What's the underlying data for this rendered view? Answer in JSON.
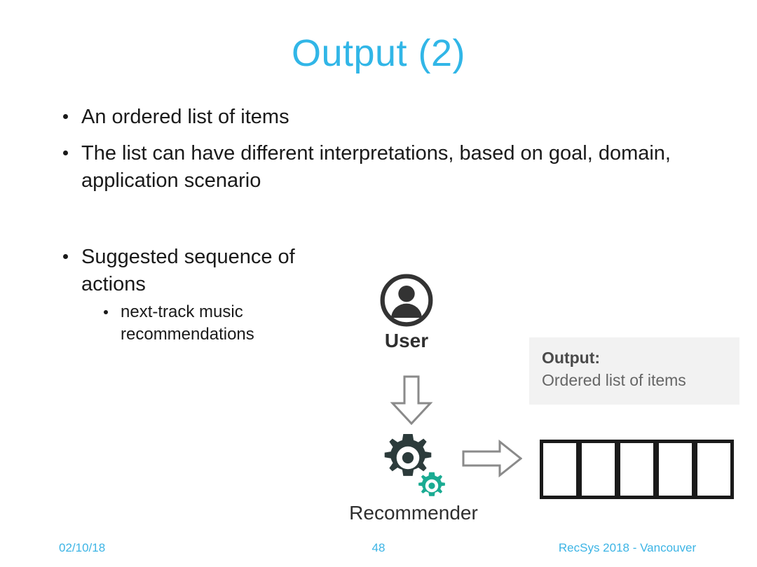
{
  "slide": {
    "title": "Output (2)",
    "title_color": "#31b6e7",
    "background_color": "#ffffff"
  },
  "bullets": [
    {
      "level": 1,
      "text": "An ordered list of items"
    },
    {
      "level": 1,
      "text": "The list can have different interpretations, based on goal, domain, application scenario"
    },
    {
      "level": 1,
      "text": "Suggested sequence of actions"
    },
    {
      "level": 2,
      "text": "next-track music recommendations"
    }
  ],
  "diagram": {
    "user_label": "User",
    "user_icon": "user-avatar-icon",
    "arrow_down_icon": "arrow-down-outline-icon",
    "arrow_right_icon": "arrow-right-outline-icon",
    "recommender_label": "Recommender",
    "gear_large_icon": "gear-icon",
    "gear_small_icon": "gear-icon",
    "gear_large_color": "#2c3b3b",
    "gear_small_color": "#1aab92",
    "arrow_stroke_color": "#8a8a8a",
    "callout": {
      "title": "Output:",
      "text": "Ordered list of items",
      "background_color": "#f2f2f2",
      "title_color": "#4a4a4a",
      "text_color": "#666666"
    },
    "item_boxes": {
      "count": 5,
      "labels": [
        "",
        "",
        "",
        "",
        ""
      ],
      "border_color": "#1a1a1a"
    }
  },
  "footer": {
    "date": "02/10/18",
    "page_number": "48",
    "event": "RecSys 2018 - Vancouver",
    "color": "#3cb4e5"
  }
}
